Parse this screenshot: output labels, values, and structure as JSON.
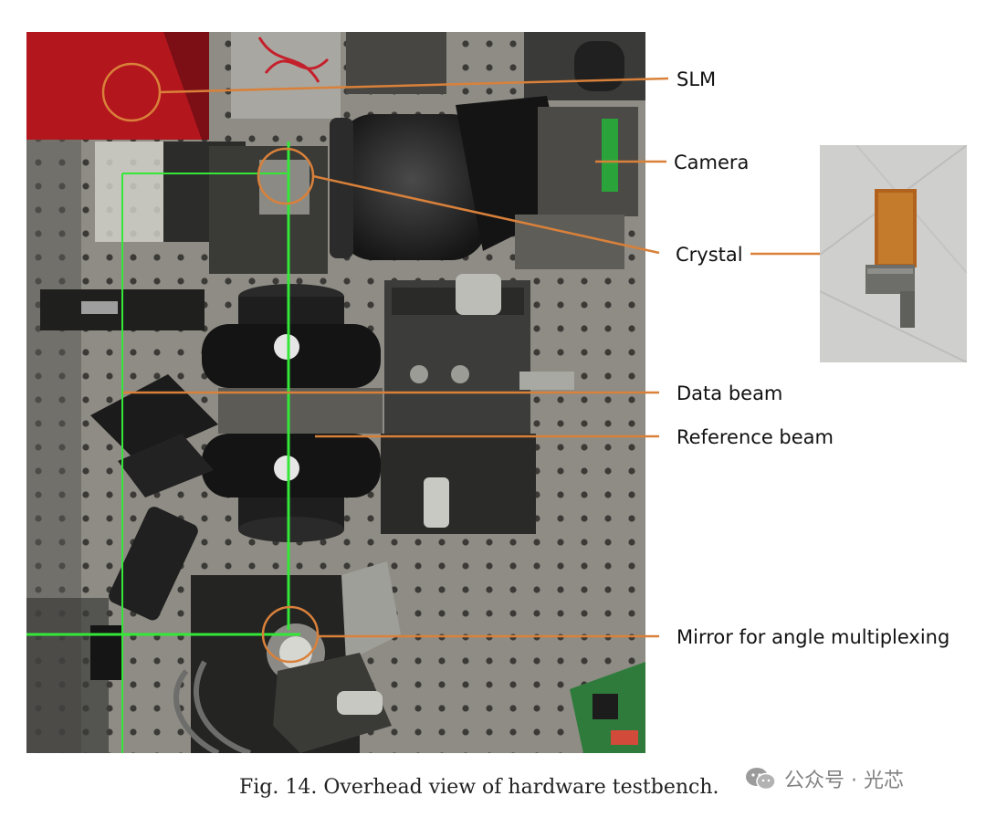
{
  "labels": {
    "slm": "SLM",
    "camera": "Camera",
    "crystal": "Crystal",
    "data_beam": "Data beam",
    "reference_beam": "Reference beam",
    "mirror": "Mirror for angle multiplexing"
  },
  "caption": "Fig. 14.  Overhead view of hardware testbench.",
  "watermark": {
    "text": "公众号 · 光芯",
    "logo_icon": "wechat-logo-icon"
  },
  "colors": {
    "annotation": "#d9813a",
    "laser_green": "#34e838",
    "slm_red": "#b4161e"
  }
}
